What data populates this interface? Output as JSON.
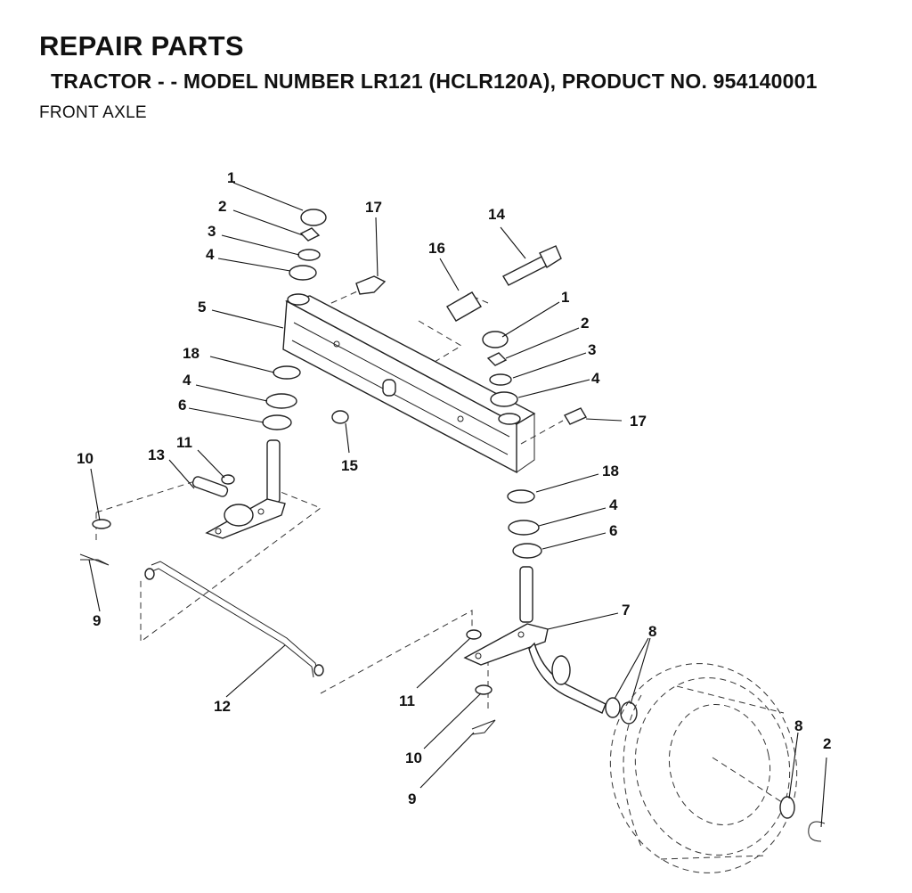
{
  "header": {
    "title": "REPAIR PARTS",
    "subtitle": "TRACTOR - - MODEL NUMBER LR121 (HCLR120A), PRODUCT NO. 954140001",
    "section": "FRONT AXLE"
  },
  "callouts": {
    "c1a": "1",
    "c2a": "2",
    "c3a": "3",
    "c4a": "4",
    "c17a": "17",
    "c14": "14",
    "c16": "16",
    "c5": "5",
    "c1b": "1",
    "c2b": "2",
    "c3b": "3",
    "c4b": "4",
    "c18a": "18",
    "c4c": "4",
    "c6a": "6",
    "c17b": "17",
    "c15": "15",
    "c11a": "11",
    "c13": "13",
    "c10a": "10",
    "c9a": "9",
    "c18b": "18",
    "c4d": "4",
    "c6b": "6",
    "c7": "7",
    "c8a": "8",
    "c12": "12",
    "c11b": "11",
    "c10b": "10",
    "c9b": "9",
    "c8b": "8",
    "c2c": "2"
  }
}
